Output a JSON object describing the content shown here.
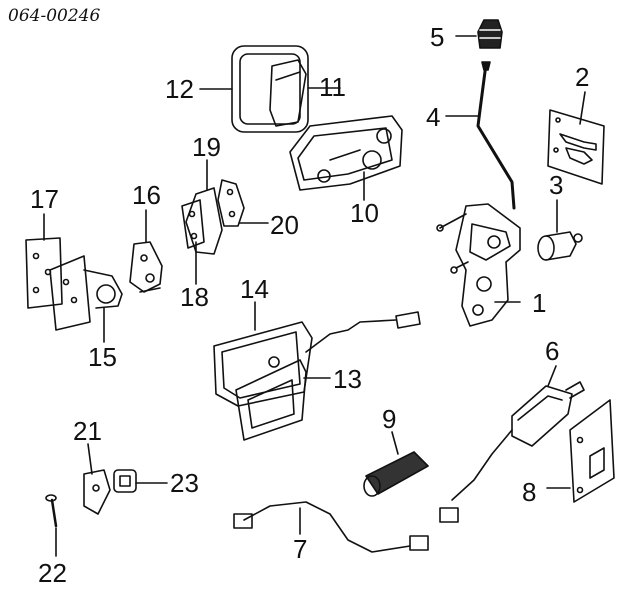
{
  "diagram": {
    "code": "064-00246",
    "callouts": [
      "1",
      "2",
      "3",
      "4",
      "5",
      "6",
      "7",
      "8",
      "9",
      "10",
      "11",
      "12",
      "13",
      "14",
      "15",
      "16",
      "17",
      "18",
      "19",
      "20",
      "21",
      "22",
      "23"
    ]
  }
}
